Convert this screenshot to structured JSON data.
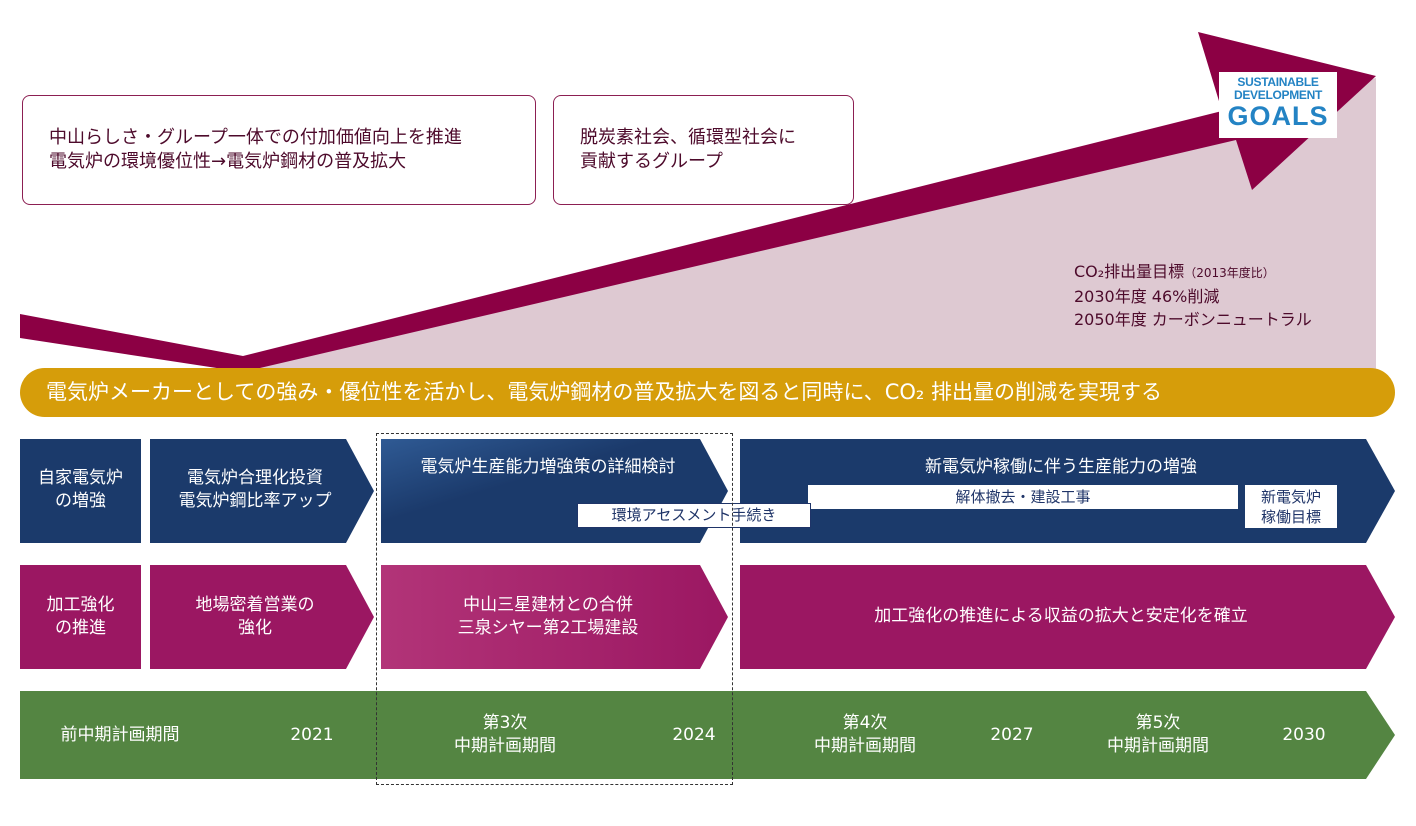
{
  "colors": {
    "magenta": "#8c0044",
    "pink_area": "#dec9d2",
    "gold": "#d69d0a",
    "navy": "#1b3a6b",
    "purple": "#9b1762",
    "green": "#548542"
  },
  "top_boxes": [
    {
      "lines": [
        "中山らしさ・グループ一体での付加価値向上を推進",
        "電気炉の環境優位性→電気炉鋼材の普及拡大"
      ]
    },
    {
      "lines": [
        "脱炭素社会、循環型社会に",
        "貢献するグループ"
      ]
    }
  ],
  "sdg_logo": {
    "line1": "SUSTAINABLE",
    "line2": "DEVELOPMENT",
    "line3": "GOALS"
  },
  "co2_target": {
    "heading": "CO₂排出量目標",
    "heading_note": "（2013年度比）",
    "line2": "2030年度 46%削減",
    "line3": "2050年度 カーボンニュートラル"
  },
  "banner": "電気炉メーカーとしての強み・優位性を活かし、電気炉鋼材の普及拡大を図ると同時に、CO₂ 排出量の削減を実現する",
  "navy_row": {
    "c1": [
      "自家電気炉",
      "の増強"
    ],
    "c2": [
      "電気炉合理化投資",
      "電気炉鋼比率アップ"
    ],
    "c3": "電気炉生産能力増強策の詳細検討",
    "c3_sub": "環境アセスメント手続き",
    "c4": "新電気炉稼働に伴う生産能力の増強",
    "c4_bar": "解体撤去・建設工事",
    "c4_target": [
      "新電気炉",
      "稼働目標"
    ]
  },
  "purple_row": {
    "c1": [
      "加工強化",
      "の推進"
    ],
    "c2": [
      "地場密着営業の",
      "強化"
    ],
    "c3": [
      "中山三星建材との合併",
      "三泉シヤー第2工場建設"
    ],
    "c4": "加工強化の推進による収益の拡大と安定化を確立"
  },
  "timeline": {
    "p1": "前中期計画期間",
    "y1": "2021",
    "p2": [
      "第3次",
      "中期計画期間"
    ],
    "y2": "2024",
    "p3": [
      "第4次",
      "中期計画期間"
    ],
    "y3": "2027",
    "p4": [
      "第5次",
      "中期計画期間"
    ],
    "y4": "2030"
  }
}
